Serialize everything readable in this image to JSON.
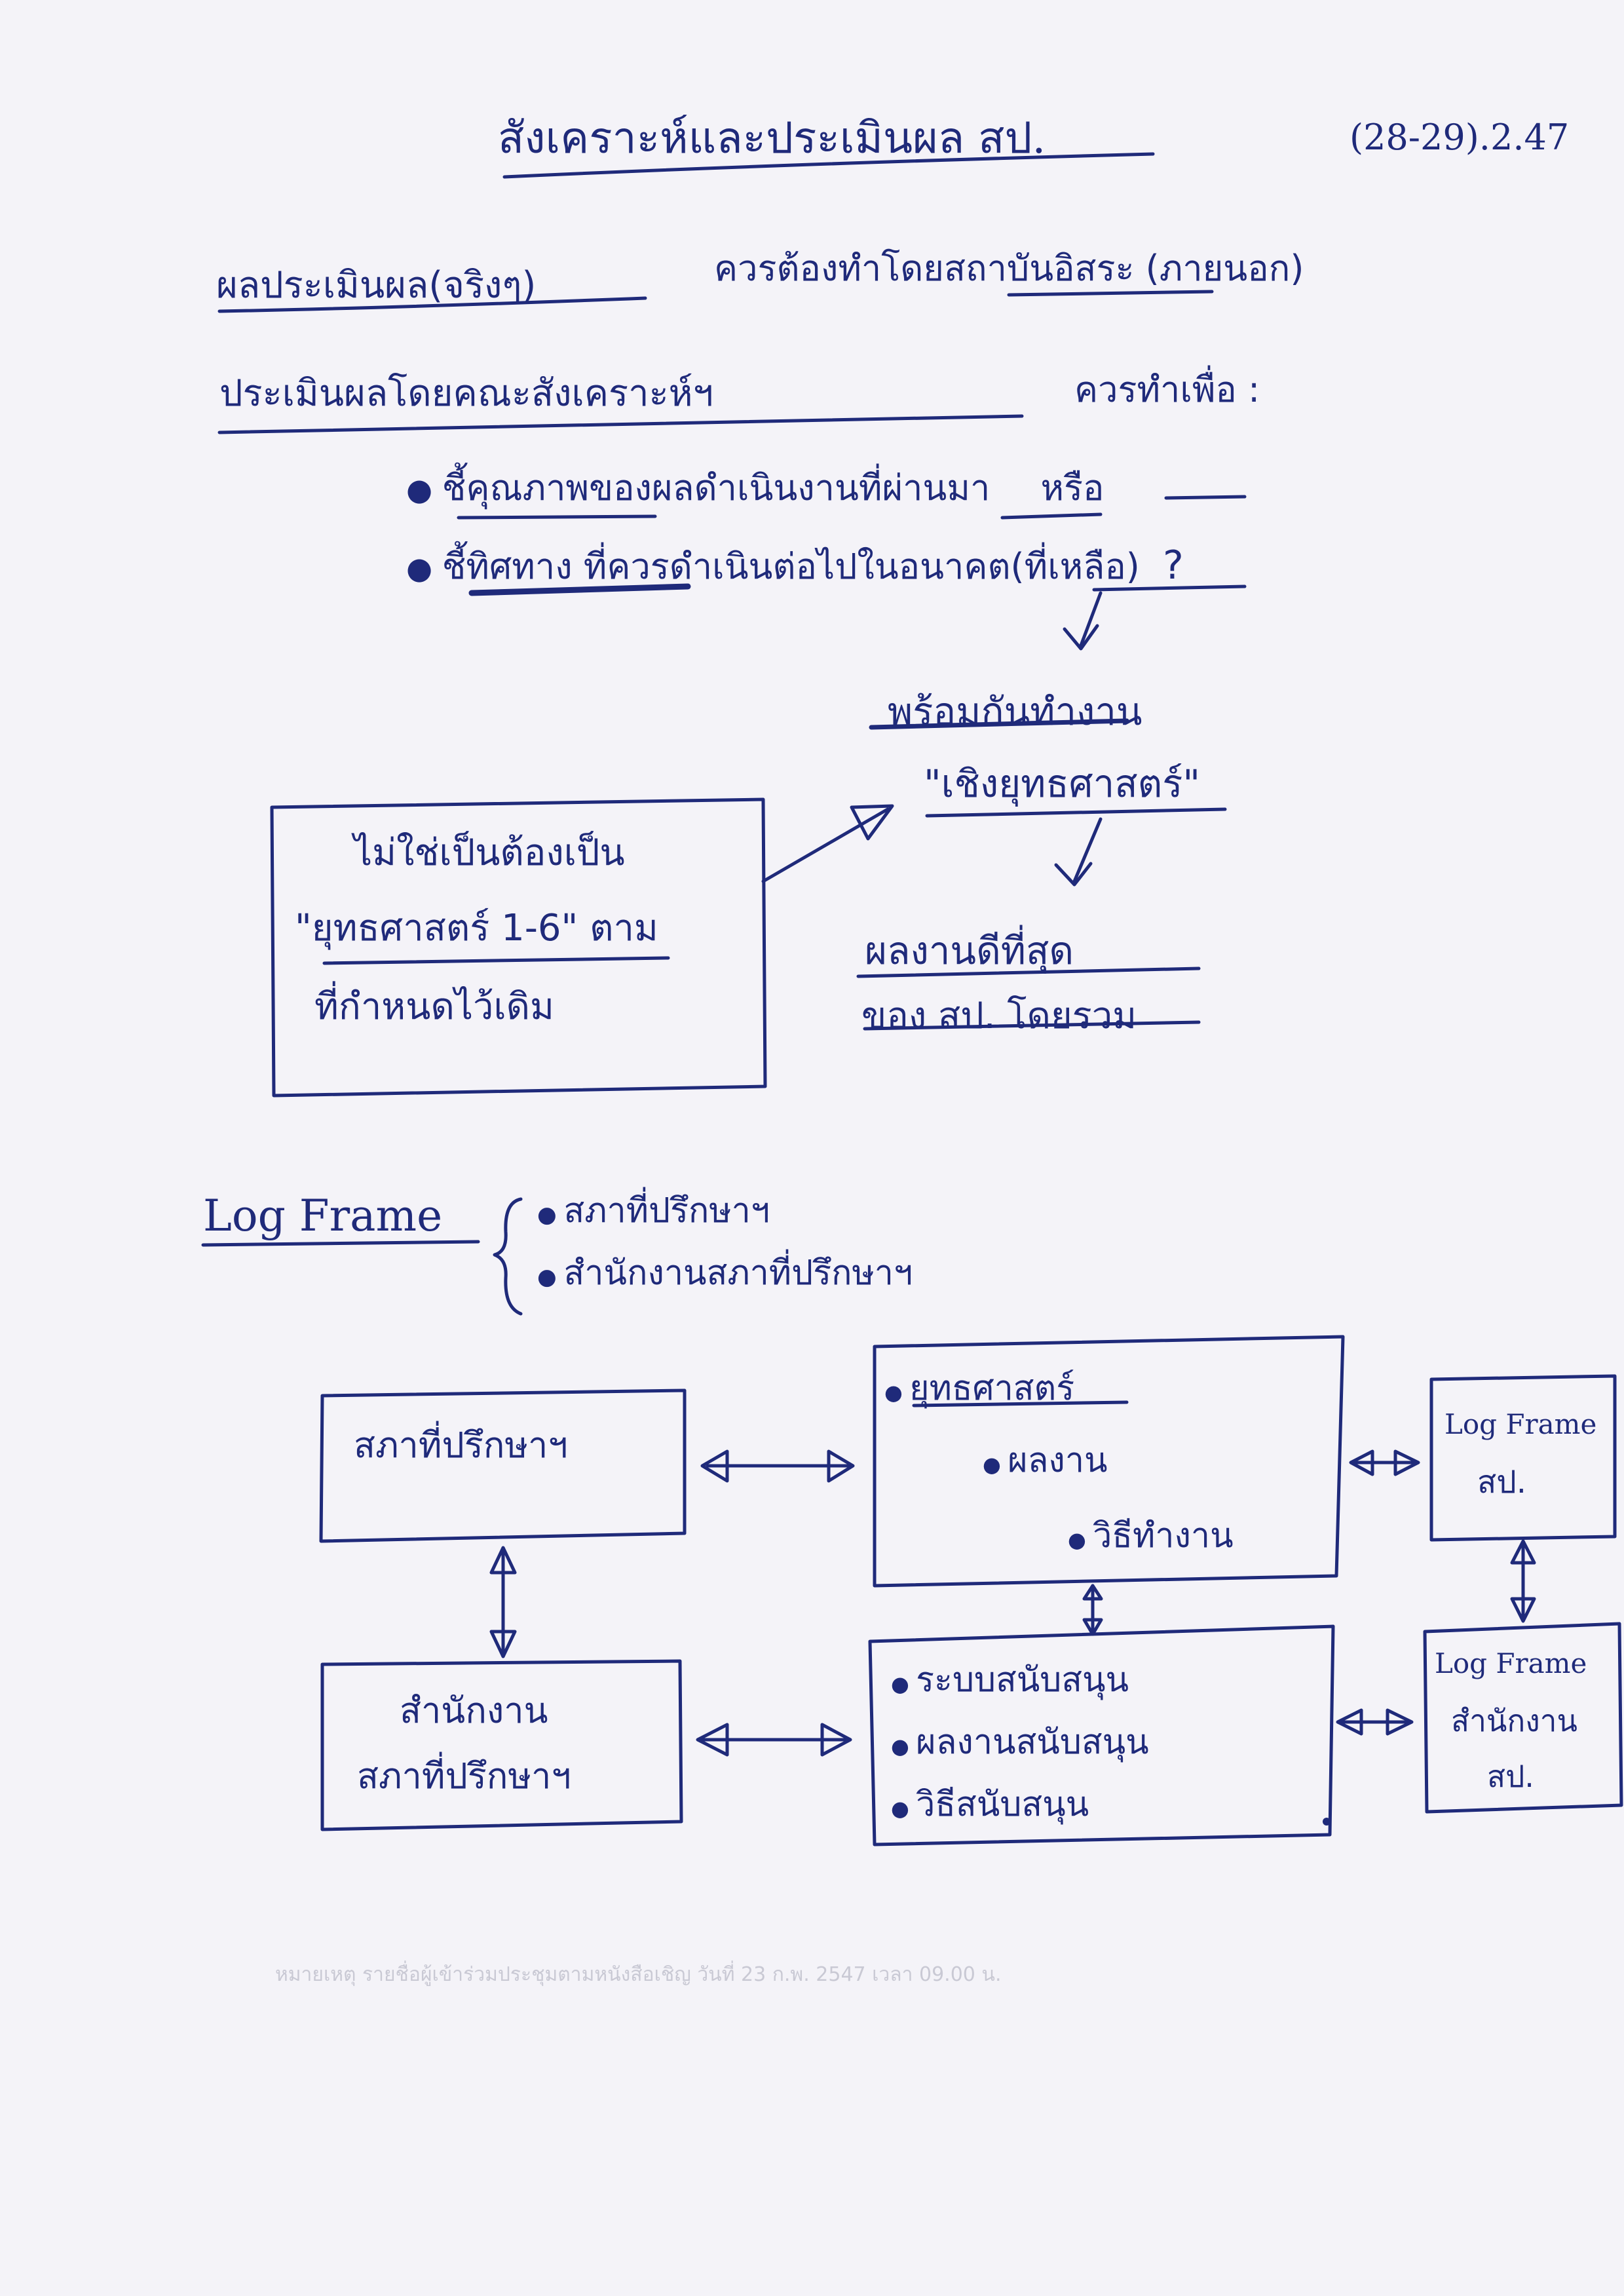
{
  "header": {
    "title": "สังเคราะห์และประเมินผล สป.",
    "date": "(28-29).2.47"
  },
  "lines": {
    "line1_a": "ผลประเมินผล(จริงๆ)",
    "line1_b": "ควรต้องทำโดยสถาบันอิสระ (ภายนอก)",
    "line2_a": "ประเมินผลโดยคณะสังเคราะห์ฯ",
    "line2_b": "ควรทำเพื่อ :"
  },
  "bullets": [
    {
      "text": "ชี้คุณภาพของผลดำเนินงานที่ผ่านมา",
      "suffix": "หรือ"
    },
    {
      "text": "ชี้ทิศทาง ที่ควรดำเนินต่อไปในอนาคต(ที่เหลือ)",
      "suffix": "?"
    }
  ],
  "left_box": {
    "line1": "ไม่ใช่เป็นต้องเป็น",
    "line2": "\"ยุทธศาสตร์ 1-6\" ตาม",
    "line3": "ที่กำหนดไว้เดิม"
  },
  "flow": {
    "step1": "พร้อมกันทำงาน",
    "step2": "\"เชิงยุทธศาสตร์\"",
    "step3": "ผลงานดีที่สุด",
    "step4": "ของ สป. โดยรวม"
  },
  "logframe": {
    "label": "Log Frame",
    "items": [
      "สภาที่ปรึกษาฯ",
      "สำนักงานสภาที่ปรึกษาฯ"
    ]
  },
  "diagram": {
    "box_council": "สภาที่ปรึกษาฯ",
    "box_office": [
      "สำนักงาน",
      "สภาที่ปรึกษาฯ"
    ],
    "box_strategy": [
      "ยุทธศาสตร์",
      "ผลงาน",
      "วิธีทำงาน"
    ],
    "box_support": [
      "ระบบสนับสนุน",
      "ผลงานสนับสนุน",
      "วิธีสนับสนุน"
    ],
    "box_lf_sp": [
      "Log Frame",
      "สป."
    ],
    "box_lf_office": [
      "Log Frame",
      "สำนักงาน",
      "สป."
    ]
  },
  "background_print": {
    "footer": "หมายเหตุ   รายชื่อผู้เข้าร่วมประชุมตามหนังสือเชิญ วันที่ 23 ก.พ. 2547  เวลา 09.00 น."
  },
  "colors": {
    "ink": "#1f2a7a",
    "paper": "#f4f3f8"
  }
}
